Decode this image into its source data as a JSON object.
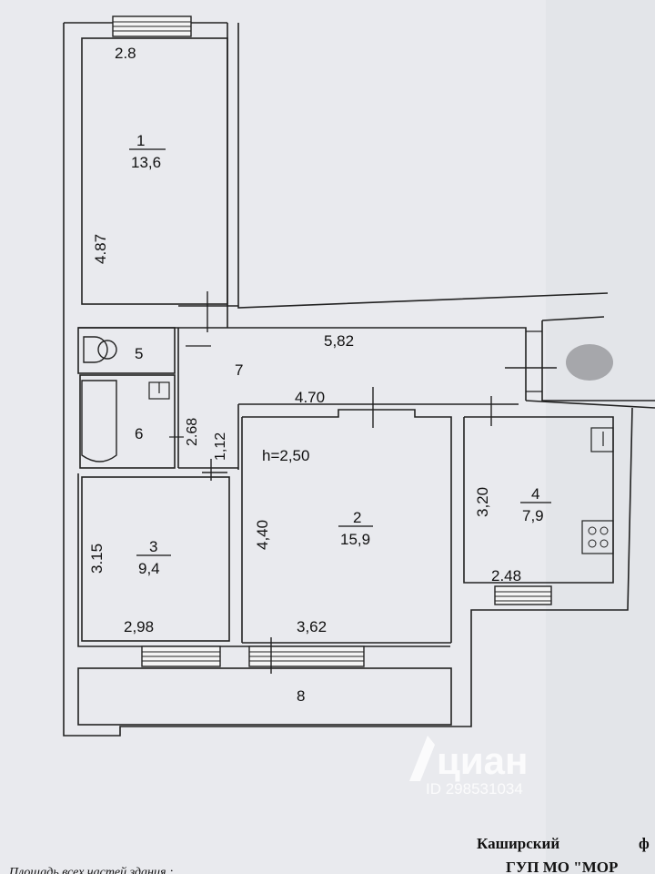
{
  "rooms": [
    {
      "number": "1",
      "area": "13,6"
    },
    {
      "number": "2",
      "area": "15,9"
    },
    {
      "number": "3",
      "area": "9,4"
    },
    {
      "number": "4",
      "area": "7,9"
    },
    {
      "number": "5"
    },
    {
      "number": "6"
    },
    {
      "number": "7"
    },
    {
      "number": "8"
    }
  ],
  "dimensions": {
    "room1_width": "2.8",
    "room1_length": "4.87",
    "corridor_length": "5,82",
    "corridor_inner": "4.70",
    "bath_height": "2.68",
    "passage_width": "1,12",
    "ceiling_height": "h=2,50",
    "room2_length": "4,40",
    "room2_width": "3,62",
    "room3_length": "3.15",
    "room3_width": "2,98",
    "kitchen_length": "3,20",
    "kitchen_width": "2.48"
  },
  "watermark": {
    "brand": "циан",
    "id": "ID 298531034"
  },
  "footer": {
    "district": "Каширский",
    "district_tail": "ф",
    "org": "ГУП МО \"МОР",
    "note": "Площадь всех частей здания :"
  },
  "colors": {
    "paper": "#e9eaee",
    "lines": "#222222",
    "watermark": "#ffffff"
  }
}
